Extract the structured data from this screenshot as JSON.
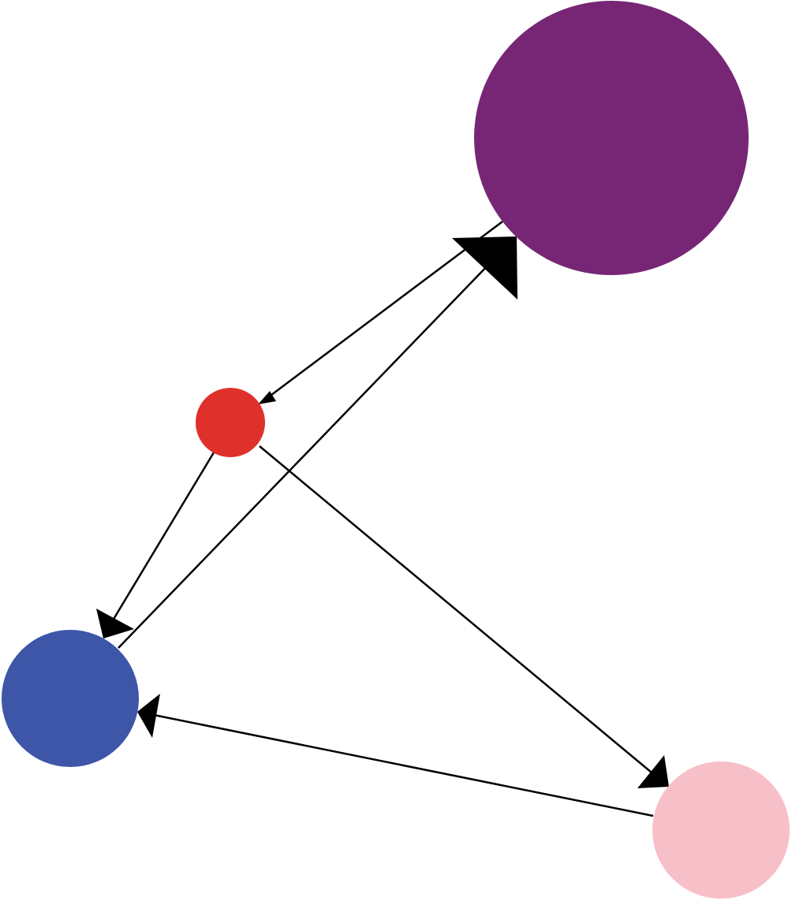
{
  "graph": {
    "nodes": [
      {
        "id": "purple",
        "color": "#772675"
      },
      {
        "id": "red",
        "color": "#e0302c"
      },
      {
        "id": "blue",
        "color": "#3d56a8"
      },
      {
        "id": "pink",
        "color": "#f7bfc8"
      }
    ],
    "edges": [
      {
        "from": "purple",
        "to": "red"
      },
      {
        "from": "blue",
        "to": "purple"
      },
      {
        "from": "red",
        "to": "blue"
      },
      {
        "from": "red",
        "to": "pink"
      },
      {
        "from": "pink",
        "to": "blue"
      }
    ],
    "edge_color": "#000000"
  }
}
